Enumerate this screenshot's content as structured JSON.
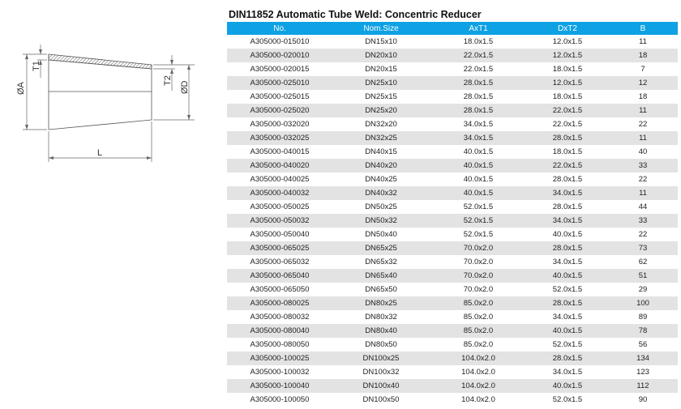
{
  "title": "DIN11852 Automatic Tube Weld: Concentric Reducer",
  "drawing": {
    "labels": {
      "t1": "T1",
      "a": "ØA",
      "t2": "T2",
      "d": "ØD",
      "l": "L"
    }
  },
  "table": {
    "headers": [
      "No.",
      "Nom.Size",
      "AxT1",
      "DxT2",
      "B"
    ],
    "rows": [
      [
        "A305000-015010",
        "DN15x10",
        "18.0x1.5",
        "12.0x1.5",
        "11"
      ],
      [
        "A305000-020010",
        "DN20x10",
        "22.0x1.5",
        "12.0x1.5",
        "18"
      ],
      [
        "A305000-020015",
        "DN20x15",
        "22.0x1.5",
        "18.0x1.5",
        "7"
      ],
      [
        "A305000-025010",
        "DN25x10",
        "28.0x1.5",
        "12.0x1.5",
        "12"
      ],
      [
        "A305000-025015",
        "DN25x15",
        "28.0x1.5",
        "18.0x1.5",
        "18"
      ],
      [
        "A305000-025020",
        "DN25x20",
        "28.0x1.5",
        "22.0x1.5",
        "11"
      ],
      [
        "A305000-032020",
        "DN32x20",
        "34.0x1.5",
        "22.0x1.5",
        "22"
      ],
      [
        "A305000-032025",
        "DN32x25",
        "34.0x1.5",
        "28.0x1.5",
        "11"
      ],
      [
        "A305000-040015",
        "DN40x15",
        "40.0x1.5",
        "18.0x1.5",
        "40"
      ],
      [
        "A305000-040020",
        "DN40x20",
        "40.0x1.5",
        "22.0x1.5",
        "33"
      ],
      [
        "A305000-040025",
        "DN40x25",
        "40.0x1.5",
        "28.0x1.5",
        "22"
      ],
      [
        "A305000-040032",
        "DN40x32",
        "40.0x1.5",
        "34.0x1.5",
        "11"
      ],
      [
        "A305000-050025",
        "DN50x25",
        "52.0x1.5",
        "28.0x1.5",
        "44"
      ],
      [
        "A305000-050032",
        "DN50x32",
        "52.0x1.5",
        "34.0x1.5",
        "33"
      ],
      [
        "A305000-050040",
        "DN50x40",
        "52.0x1.5",
        "40.0x1.5",
        "22"
      ],
      [
        "A305000-065025",
        "DN65x25",
        "70.0x2.0",
        "28.0x1.5",
        "73"
      ],
      [
        "A305000-065032",
        "DN65x32",
        "70.0x2.0",
        "34.0x1.5",
        "62"
      ],
      [
        "A305000-065040",
        "DN65x40",
        "70.0x2.0",
        "40.0x1.5",
        "51"
      ],
      [
        "A305000-065050",
        "DN65x50",
        "70.0x2.0",
        "52.0x1.5",
        "29"
      ],
      [
        "A305000-080025",
        "DN80x25",
        "85.0x2.0",
        "28.0x1.5",
        "100"
      ],
      [
        "A305000-080032",
        "DN80x32",
        "85.0x2.0",
        "34.0x1.5",
        "89"
      ],
      [
        "A305000-080040",
        "DN80x40",
        "85.0x2.0",
        "40.0x1.5",
        "78"
      ],
      [
        "A305000-080050",
        "DN80x50",
        "85.0x2.0",
        "52.0x1.5",
        "56"
      ],
      [
        "A305000-100025",
        "DN100x25",
        "104.0x2.0",
        "28.0x1.5",
        "134"
      ],
      [
        "A305000-100032",
        "DN100x32",
        "104.0x2.0",
        "34.0x1.5",
        "123"
      ],
      [
        "A305000-100040",
        "DN100x40",
        "104.0x2.0",
        "40.0x1.5",
        "112"
      ],
      [
        "A305000-100050",
        "DN100x50",
        "104.0x2.0",
        "52.0x1.5",
        "90"
      ]
    ]
  }
}
